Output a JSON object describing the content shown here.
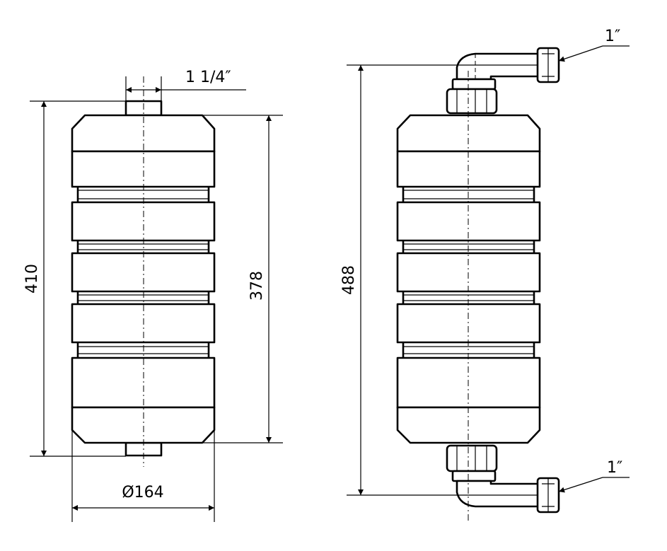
{
  "dimensions": {
    "total_height_front": "410",
    "body_height": "378",
    "diameter": "Ø164",
    "inlet_size": "1 1/4″",
    "total_height_side": "488",
    "upper_connection": "1″",
    "lower_connection": "1″"
  },
  "colors": {
    "line": "#000000",
    "background": "#ffffff"
  }
}
